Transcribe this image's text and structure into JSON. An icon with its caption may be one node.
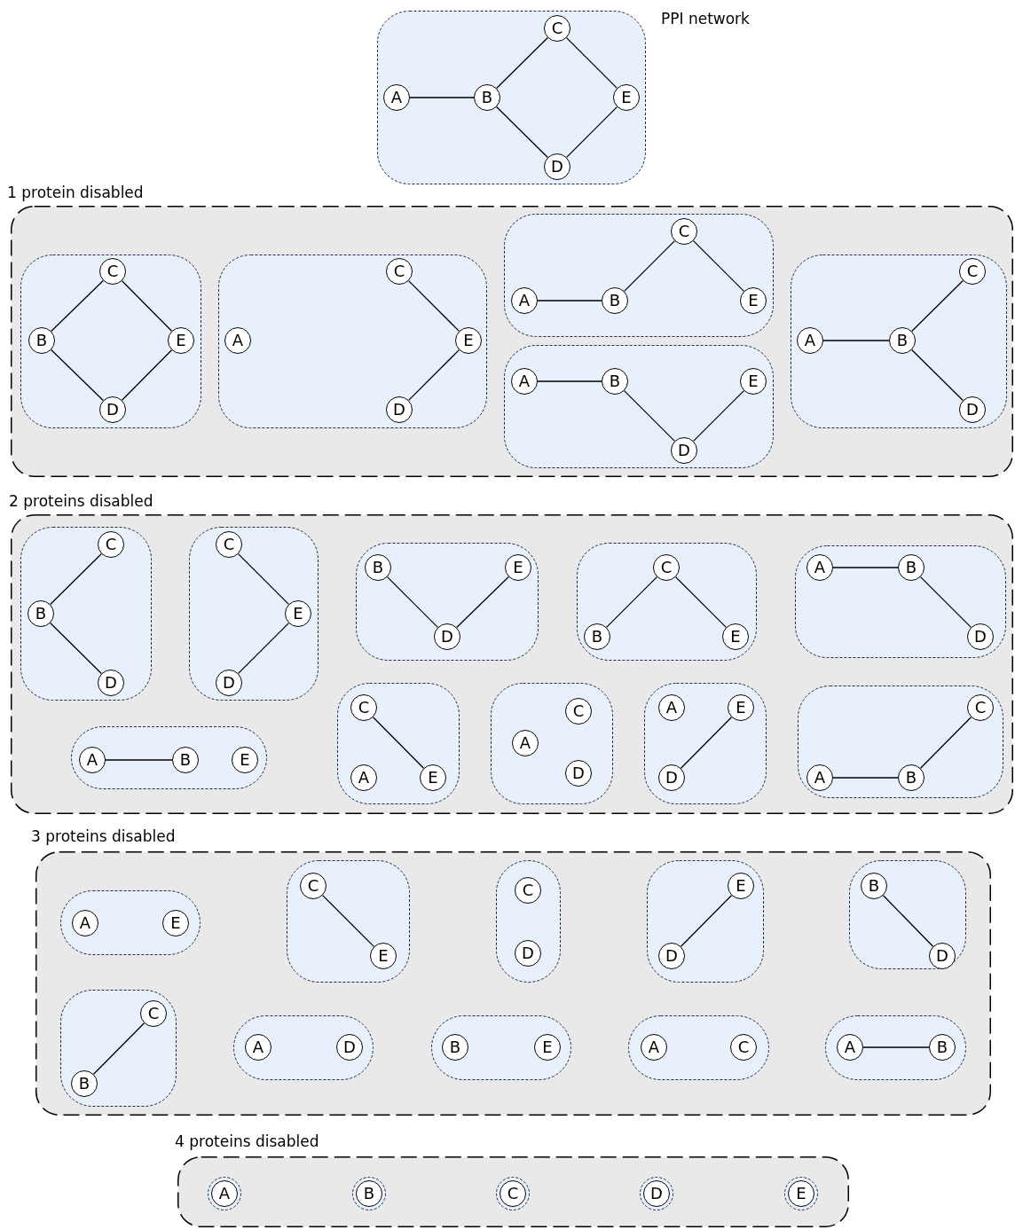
{
  "diagram": {
    "nodes": [
      {
        "text": [
          "PPI network"
        ]
      },
      {
        "text": [
          "C"
        ],
        "in": 0
      },
      {
        "text": [
          "A"
        ],
        "in": 0
      },
      {
        "text": [
          "B"
        ],
        "in": 0
      },
      {
        "text": [
          "E"
        ],
        "in": 0
      },
      {
        "text": [
          "D"
        ],
        "in": 0
      },
      {
        "text": [
          "1 protein disabled"
        ]
      },
      {
        "text": [],
        "shape": "box",
        "in": 6
      },
      {
        "text": [
          "C"
        ],
        "in": 7
      },
      {
        "text": [
          "B"
        ],
        "in": 7
      },
      {
        "text": [
          "E"
        ],
        "in": 7
      },
      {
        "text": [
          "D"
        ],
        "in": 7
      },
      {
        "text": [],
        "shape": "box",
        "in": 6
      },
      {
        "text": [
          "C"
        ],
        "in": 12
      },
      {
        "text": [
          "A"
        ],
        "in": 12
      },
      {
        "text": [
          "E"
        ],
        "in": 12
      },
      {
        "text": [
          "D"
        ],
        "in": 12
      },
      {
        "text": [],
        "shape": "box",
        "in": 6
      },
      {
        "text": [
          "C"
        ],
        "in": 17
      },
      {
        "text": [
          "A"
        ],
        "in": 17
      },
      {
        "text": [
          "B"
        ],
        "in": 17
      },
      {
        "text": [
          "E"
        ],
        "in": 17
      },
      {
        "text": [],
        "shape": "box",
        "in": 6
      },
      {
        "text": [
          "A"
        ],
        "in": 22
      },
      {
        "text": [
          "B"
        ],
        "in": 22
      },
      {
        "text": [
          "E"
        ],
        "in": 22
      },
      {
        "text": [
          "D"
        ],
        "in": 22
      },
      {
        "text": [],
        "shape": "box",
        "in": 6
      },
      {
        "text": [
          "C"
        ],
        "in": 27
      },
      {
        "text": [
          "A"
        ],
        "in": 27
      },
      {
        "text": [
          "B"
        ],
        "in": 27
      },
      {
        "text": [
          "D"
        ],
        "in": 27
      },
      {
        "text": [
          "2 proteins disabled"
        ]
      },
      {
        "text": [],
        "shape": "box",
        "in": 32
      },
      {
        "text": [
          "C"
        ],
        "in": 33
      },
      {
        "text": [
          "B"
        ],
        "in": 33
      },
      {
        "text": [
          "D"
        ],
        "in": 33
      },
      {
        "text": [],
        "shape": "box",
        "in": 32
      },
      {
        "text": [
          "C"
        ],
        "in": 37
      },
      {
        "text": [
          "E"
        ],
        "in": 37
      },
      {
        "text": [
          "D"
        ],
        "in": 37
      },
      {
        "text": [],
        "shape": "box",
        "in": 32
      },
      {
        "text": [
          "B"
        ],
        "in": 41
      },
      {
        "text": [
          "E"
        ],
        "in": 41
      },
      {
        "text": [
          "D"
        ],
        "in": 41
      },
      {
        "text": [],
        "shape": "box",
        "in": 32
      },
      {
        "text": [
          "C"
        ],
        "in": 45
      },
      {
        "text": [
          "B"
        ],
        "in": 45
      },
      {
        "text": [
          "E"
        ],
        "in": 45
      },
      {
        "text": [],
        "shape": "box",
        "in": 32
      },
      {
        "text": [
          "A"
        ],
        "in": 49
      },
      {
        "text": [
          "B"
        ],
        "in": 49
      },
      {
        "text": [
          "D"
        ],
        "in": 49
      },
      {
        "text": [],
        "shape": "box",
        "in": 32
      },
      {
        "text": [
          "A"
        ],
        "in": 53
      },
      {
        "text": [
          "B"
        ],
        "in": 53
      },
      {
        "text": [
          "E"
        ],
        "in": 53
      },
      {
        "text": [],
        "shape": "box",
        "in": 32
      },
      {
        "text": [
          "C"
        ],
        "in": 57
      },
      {
        "text": [
          "A"
        ],
        "in": 57
      },
      {
        "text": [
          "E"
        ],
        "in": 57
      },
      {
        "text": [],
        "shape": "box",
        "in": 32
      },
      {
        "text": [
          "C"
        ],
        "in": 61
      },
      {
        "text": [
          "A"
        ],
        "in": 61
      },
      {
        "text": [
          "D"
        ],
        "in": 61
      },
      {
        "text": [],
        "shape": "box",
        "in": 32
      },
      {
        "text": [
          "A"
        ],
        "in": 65
      },
      {
        "text": [
          "E"
        ],
        "in": 65
      },
      {
        "text": [
          "D"
        ],
        "in": 65
      },
      {
        "text": [],
        "shape": "box",
        "in": 32
      },
      {
        "text": [
          "C"
        ],
        "in": 69
      },
      {
        "text": [
          "A"
        ],
        "in": 69
      },
      {
        "text": [
          "B"
        ],
        "in": 69
      },
      {
        "text": [
          "3 proteins disabled"
        ]
      },
      {
        "text": [],
        "shape": "box",
        "in": 73
      },
      {
        "text": [
          "A"
        ],
        "in": 74
      },
      {
        "text": [
          "E"
        ],
        "in": 74
      },
      {
        "text": [],
        "shape": "box",
        "in": 73
      },
      {
        "text": [
          "C"
        ],
        "in": 77
      },
      {
        "text": [
          "E"
        ],
        "in": 77
      },
      {
        "text": [],
        "shape": "box",
        "in": 73
      },
      {
        "text": [
          "C"
        ],
        "in": 80
      },
      {
        "text": [
          "D"
        ],
        "in": 80
      },
      {
        "text": [],
        "shape": "box",
        "in": 73
      },
      {
        "text": [
          "E"
        ],
        "in": 83
      },
      {
        "text": [
          "D"
        ],
        "in": 83
      },
      {
        "text": [],
        "shape": "box",
        "in": 73
      },
      {
        "text": [
          "B"
        ],
        "in": 86
      },
      {
        "text": [
          "D"
        ],
        "in": 86
      },
      {
        "text": [],
        "shape": "box",
        "in": 73
      },
      {
        "text": [
          "C"
        ],
        "in": 89
      },
      {
        "text": [
          "B"
        ],
        "in": 89
      },
      {
        "text": [],
        "shape": "box",
        "in": 73
      },
      {
        "text": [
          "A"
        ],
        "in": 92
      },
      {
        "text": [
          "D"
        ],
        "in": 92
      },
      {
        "text": [],
        "shape": "box",
        "in": 73
      },
      {
        "text": [
          "B"
        ],
        "in": 95
      },
      {
        "text": [
          "E"
        ],
        "in": 95
      },
      {
        "text": [],
        "shape": "box",
        "in": 73
      },
      {
        "text": [
          "A"
        ],
        "in": 98
      },
      {
        "text": [
          "C"
        ],
        "in": 98
      },
      {
        "text": [],
        "shape": "box",
        "in": 73
      },
      {
        "text": [
          "A"
        ],
        "in": 101
      },
      {
        "text": [
          "B"
        ],
        "in": 101
      },
      {
        "text": [
          "4 proteins disabled"
        ]
      },
      {
        "text": [],
        "shape": "circle",
        "in": 104
      },
      {
        "text": [
          "A"
        ],
        "in": 105
      },
      {
        "text": [],
        "shape": "circle",
        "in": 104
      },
      {
        "text": [
          "B"
        ],
        "in": 107
      },
      {
        "text": [],
        "shape": "circle",
        "in": 104
      },
      {
        "text": [
          "C"
        ],
        "in": 109
      },
      {
        "text": [],
        "shape": "circle",
        "in": 104
      },
      {
        "text": [
          "D"
        ],
        "in": 111
      },
      {
        "text": [],
        "shape": "circle",
        "in": 104
      },
      {
        "text": [
          "E"
        ],
        "in": 113
      }
    ],
    "edges": [
      {
        "from": 2,
        "to": 3,
        "arrow": "none"
      },
      {
        "from": 3,
        "to": 1,
        "arrow": "none"
      },
      {
        "from": 1,
        "to": 4,
        "arrow": "none"
      },
      {
        "from": 3,
        "to": 5,
        "arrow": "none"
      },
      {
        "from": 5,
        "to": 4,
        "arrow": "none"
      },
      {
        "from": 9,
        "to": 8,
        "arrow": "none"
      },
      {
        "from": 8,
        "to": 10,
        "arrow": "none"
      },
      {
        "from": 9,
        "to": 11,
        "arrow": "none"
      },
      {
        "from": 11,
        "to": 10,
        "arrow": "none"
      },
      {
        "from": 13,
        "to": 15,
        "arrow": "none"
      },
      {
        "from": 15,
        "to": 16,
        "arrow": "none"
      },
      {
        "from": 19,
        "to": 20,
        "arrow": "none"
      },
      {
        "from": 20,
        "to": 18,
        "arrow": "none"
      },
      {
        "from": 18,
        "to": 21,
        "arrow": "none"
      },
      {
        "from": 23,
        "to": 24,
        "arrow": "none"
      },
      {
        "from": 24,
        "to": 26,
        "arrow": "none"
      },
      {
        "from": 26,
        "to": 25,
        "arrow": "none"
      },
      {
        "from": 29,
        "to": 30,
        "arrow": "none"
      },
      {
        "from": 30,
        "to": 28,
        "arrow": "none"
      },
      {
        "from": 30,
        "to": 31,
        "arrow": "none"
      },
      {
        "from": 35,
        "to": 34,
        "arrow": "none"
      },
      {
        "from": 35,
        "to": 36,
        "arrow": "none"
      },
      {
        "from": 38,
        "to": 39,
        "arrow": "none"
      },
      {
        "from": 39,
        "to": 40,
        "arrow": "none"
      },
      {
        "from": 42,
        "to": 44,
        "arrow": "none"
      },
      {
        "from": 44,
        "to": 43,
        "arrow": "none"
      },
      {
        "from": 47,
        "to": 46,
        "arrow": "none"
      },
      {
        "from": 46,
        "to": 48,
        "arrow": "none"
      },
      {
        "from": 50,
        "to": 51,
        "arrow": "none"
      },
      {
        "from": 51,
        "to": 52,
        "arrow": "none"
      },
      {
        "from": 54,
        "to": 55,
        "arrow": "none"
      },
      {
        "from": 58,
        "to": 60,
        "arrow": "none"
      },
      {
        "from": 67,
        "to": 68,
        "arrow": "none"
      },
      {
        "from": 71,
        "to": 72,
        "arrow": "none"
      },
      {
        "from": 72,
        "to": 70,
        "arrow": "none"
      },
      {
        "from": 78,
        "to": 79,
        "arrow": "none"
      },
      {
        "from": 84,
        "to": 85,
        "arrow": "none"
      },
      {
        "from": 87,
        "to": 88,
        "arrow": "none"
      },
      {
        "from": 91,
        "to": 90,
        "arrow": "none"
      },
      {
        "from": 102,
        "to": 103,
        "arrow": "none"
      }
    ]
  }
}
